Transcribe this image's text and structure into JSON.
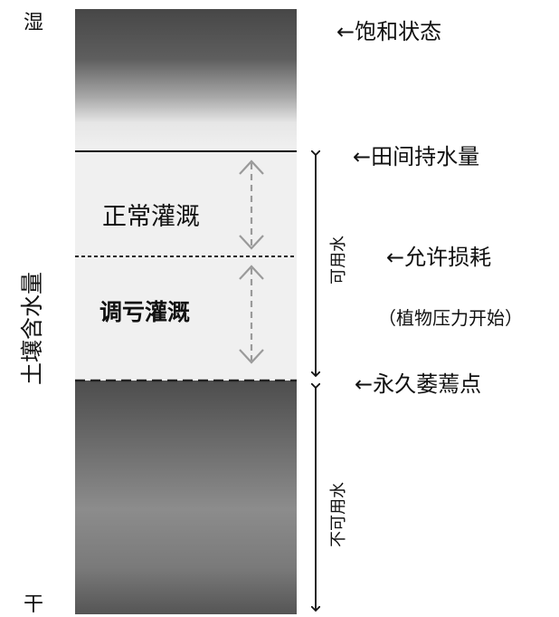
{
  "axis": {
    "wet": "湿",
    "dry": "干",
    "title": "土壤含水量"
  },
  "zones": {
    "normal": "正常灌溉",
    "deficit": "调亏灌溉"
  },
  "ranges": {
    "available": "可用水",
    "unavailable": "不可用水"
  },
  "levels": {
    "saturation": "←饱和状态",
    "field_capacity": "←田间持水量",
    "allowable_depletion": "←允许损耗",
    "stress_onset": "（植物压力开始）",
    "wilting_point": "←永久萎蔫点"
  },
  "colors": {
    "column_dark": "#4a4a4a",
    "column_light": "#f2f2f2",
    "arrow_gray": "#9a9a9a"
  }
}
